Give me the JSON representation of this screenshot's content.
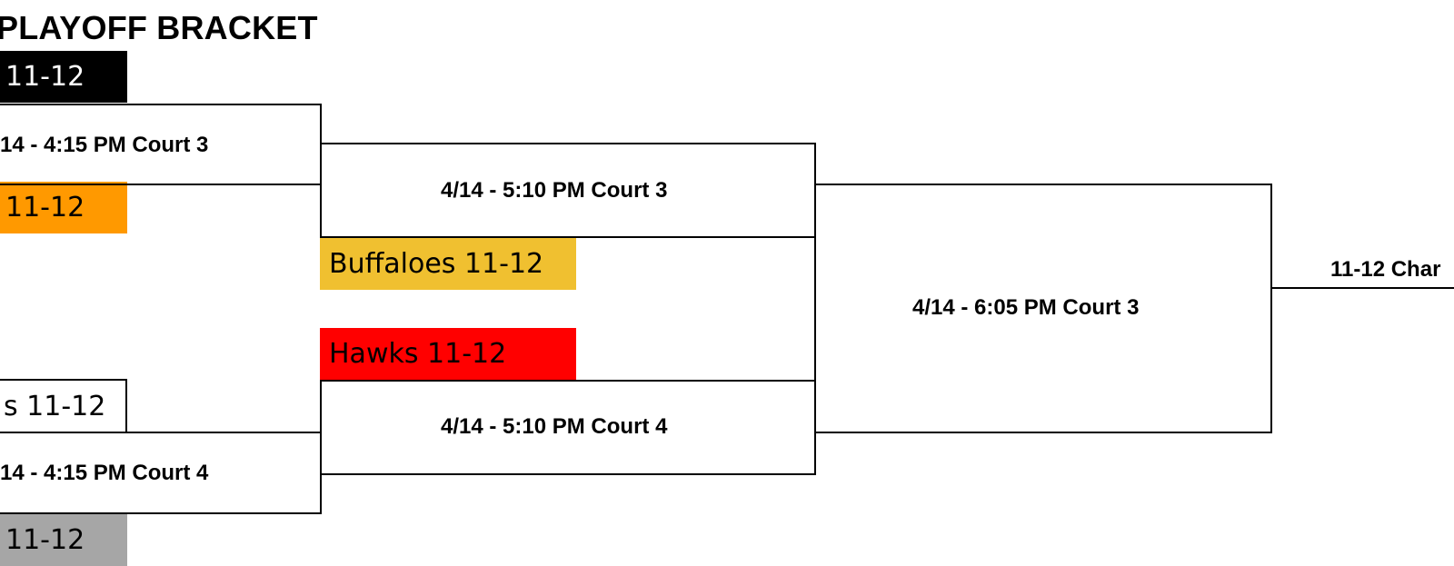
{
  "title": "PLAYOFF BRACKET",
  "teams": [
    {
      "label": "11-12",
      "bg": "#000000",
      "fg": "#ffffff"
    },
    {
      "label": "11-12",
      "bg": "#ff9900",
      "fg": "#000000"
    },
    {
      "label": "Buffaloes 11-12",
      "bg": "#f0c030",
      "fg": "#000000"
    },
    {
      "label": "Hawks 11-12",
      "bg": "#ff0000",
      "fg": "#000000"
    },
    {
      "label": "s 11-12",
      "bg": "#ffffff",
      "fg": "#000000"
    },
    {
      "label": "11-12",
      "bg": "#a6a6a6",
      "fg": "#000000"
    }
  ],
  "games": {
    "r1_top": "14 - 4:15 PM Court 3",
    "r1_bottom": "14 - 4:15 PM Court 4",
    "r2_top": "4/14 - 5:10 PM Court 3",
    "r2_bottom": "4/14 - 5:10 PM Court 4",
    "semi": "4/14 - 6:05 PM Court 3",
    "final": "11-12 Char"
  }
}
